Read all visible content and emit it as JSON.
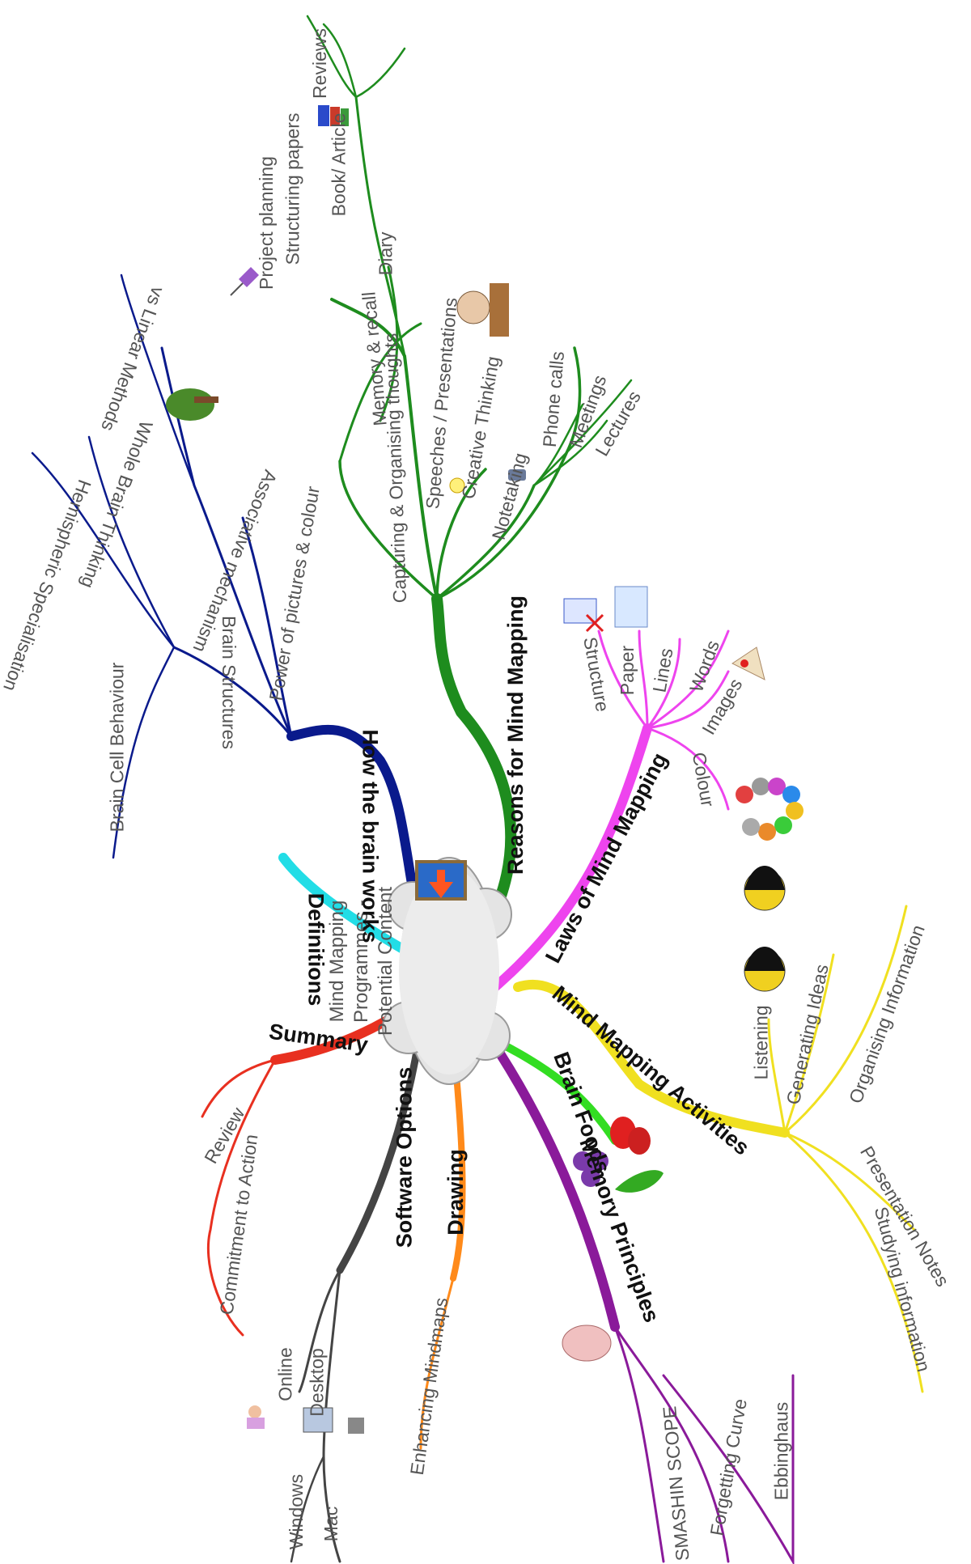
{
  "center": {
    "lines": [
      "Mind Mapping",
      "Programmes -",
      "Potential Content"
    ]
  },
  "colors": {
    "reasons": "#1e8c1e",
    "brain": "#0a1a8c",
    "definitions": "#22dde6",
    "summary": "#e83020",
    "software": "#444444",
    "drawing": "#ff8a1a",
    "memory": "#8a1a9a",
    "foods": "#33dd22",
    "activities": "#f0e020",
    "laws": "#ee44ee"
  },
  "branches": {
    "reasons": {
      "label": "Reasons for Mind Mapping",
      "capturing": "Capturing & Organising thoughts",
      "project_planning": "Project planning",
      "structuring_papers": "Structuring papers",
      "book_article": "Book/ Article",
      "reviews": "Reviews",
      "memory_recall": "Memory & recall",
      "diary": "Diary",
      "speeches": "Speeches / Presentations",
      "creative": "Creative Thinking",
      "notetaking": "Notetaking",
      "phone_calls": "Phone calls",
      "meetings": "Meetings",
      "lectures": "Lectures"
    },
    "brain": {
      "label": "How the brain works",
      "brain_structures": "Brain Structures",
      "hemispheric": "Hemispheric Specialisation",
      "whole_brain": "Whole Brain Thinking",
      "cell_behaviour": "Brain Cell Behaviour",
      "associative": "Associative mechanism",
      "vs_linear": "vs Linear Methods",
      "pictures": "Power of pictures & colour"
    },
    "definitions": {
      "label": "Definitions"
    },
    "summary": {
      "label": "Summary",
      "review": "Review",
      "commitment": "Commitment to Action"
    },
    "software": {
      "label": "Software Options",
      "online": "Online",
      "desktop": "Desktop",
      "windows": "Windows",
      "mac": "Mac"
    },
    "drawing": {
      "label": "Drawing",
      "enhancing": "Enhancing Mindmaps"
    },
    "memory": {
      "label": "Memory Principles",
      "smashin": "SMASHIN SCOPE",
      "forgetting": "Forgetting Curve",
      "ebbinghaus": "Ebbinghaus"
    },
    "foods": {
      "label": "Brain Foods"
    },
    "activities": {
      "label": "Mind Mapping Activities",
      "listening": "Listening",
      "generating": "Generating Ideas",
      "organising": "Organising Information",
      "presentation_notes": "Presentation Notes",
      "studying": "Studying information"
    },
    "laws": {
      "label": "Laws of Mind Mapping",
      "structure": "Structure",
      "paper": "Paper",
      "lines": "Lines",
      "words": "Words",
      "images": "Images",
      "colour": "Colour"
    }
  }
}
